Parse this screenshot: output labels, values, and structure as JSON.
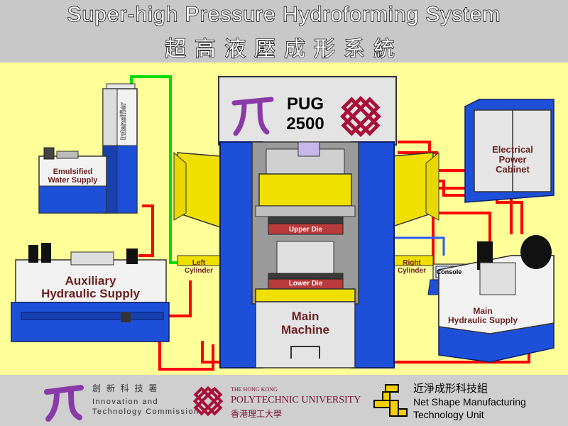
{
  "title_en": "Super-high Pressure Hydroforming System",
  "title_zh": "超高液壓成形系統",
  "labels": {
    "pug_line1": "PUG",
    "pug_line2": "2500",
    "intensifier": "Intensifier",
    "emulsified_line1": "Emulsified",
    "emulsified_line2": "Water Supply",
    "auxiliary_line1": "Auxiliary",
    "auxiliary_line2": "Hydraulic Supply",
    "electrical_line1": "Electrical",
    "electrical_line2": "Power",
    "electrical_line3": "Cabinet",
    "upper_die": "Upper Die",
    "lower_die": "Lower Die",
    "left_cylinder_line1": "Left",
    "left_cylinder_line2": "Cylinder",
    "right_cylinder_line1": "Right",
    "right_cylinder_line2": "Cylinder",
    "main_machine_line1": "Main",
    "main_machine_line2": "Machine",
    "console": "Console",
    "main_hydraulic_line1": "Main",
    "main_hydraulic_line2": "Hydraulic Supply"
  },
  "footer": {
    "itc_zh": "創 新 科 技 署",
    "itc_en_line1": "Innovation and",
    "itc_en_line2": "Technology Commission",
    "polyu_small": "THE HONG KONG",
    "polyu_name": "POLYTECHNIC UNIVERSITY",
    "polyu_zh": "香港理工大學",
    "nsm_zh": "近淨成形科技組",
    "nsm_en_line1": "Net Shape Manufacturing",
    "nsm_en_line2": "Technology Unit"
  },
  "colors": {
    "header_bg": "#c8c8c8",
    "diagram_bg": "#ffff99",
    "frame_blue": "#1e4fd8",
    "hydraulic_line": "#ff0000",
    "water_line": "#00dd00",
    "die_red": "#b83a3a",
    "pi_purple": "#8a3aa8",
    "polyu_red": "#a8103a"
  }
}
